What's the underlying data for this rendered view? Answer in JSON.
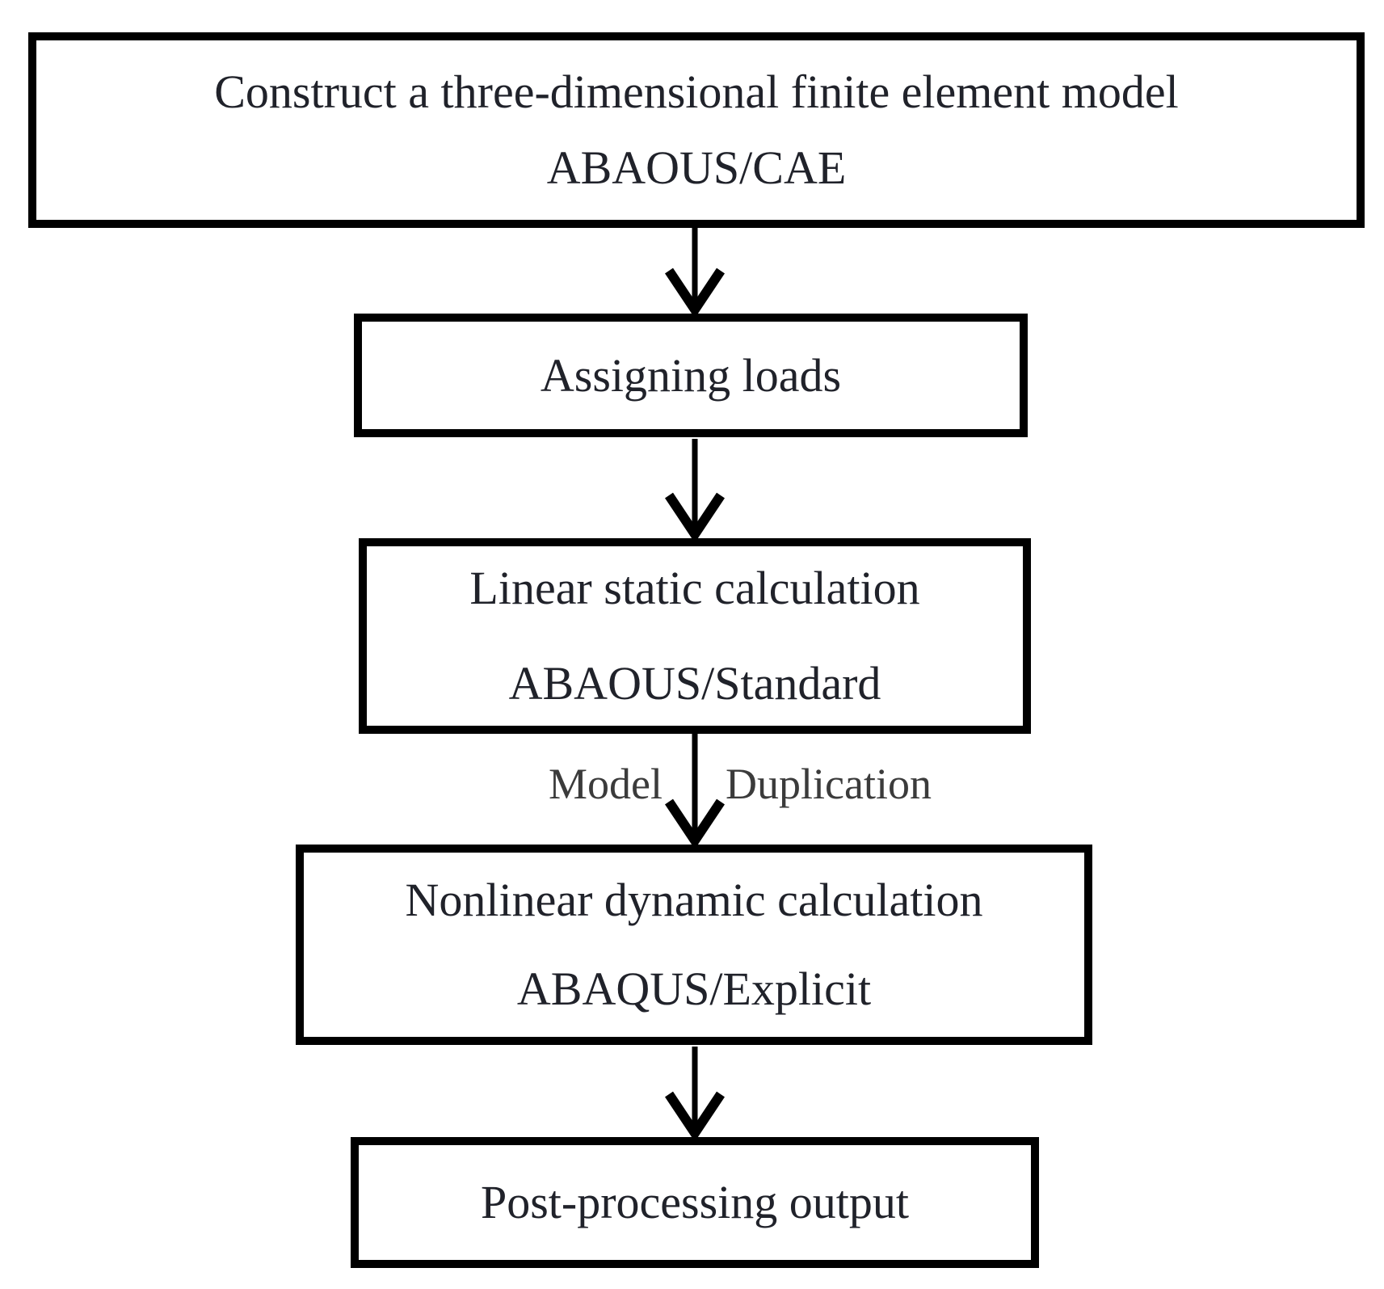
{
  "figure": {
    "type": "flowchart",
    "background_color": "#ffffff",
    "box_border_color": "#000000",
    "box_text_color": "#20222a",
    "edge_label_color": "#3b3b3b"
  },
  "nodes": [
    {
      "id": "construct-model",
      "lines": [
        "Construct a three-dimensional finite element model",
        "ABAOUS/CAE"
      ]
    },
    {
      "id": "assigning-loads",
      "lines": [
        "Assigning loads"
      ]
    },
    {
      "id": "linear-static",
      "lines": [
        "Linear static calculation",
        "ABAOUS/Standard"
      ]
    },
    {
      "id": "nonlinear-dynamic",
      "lines": [
        "Nonlinear dynamic calculation",
        "ABAQUS/Explicit"
      ]
    },
    {
      "id": "post-processing",
      "lines": [
        "Post-processing output"
      ]
    }
  ],
  "connectors": [
    {
      "from": "construct-model",
      "to": "assigning-loads",
      "icon": "arrow-down-icon"
    },
    {
      "from": "assigning-loads",
      "to": "linear-static",
      "icon": "arrow-down-icon"
    },
    {
      "from": "linear-static",
      "to": "nonlinear-dynamic",
      "icon": "arrow-down-icon",
      "label_left": "Model",
      "label_right": "Duplication"
    },
    {
      "from": "nonlinear-dynamic",
      "to": "post-processing",
      "icon": "arrow-down-icon"
    }
  ],
  "edge_labels": {
    "left": "Model",
    "right": "Duplication"
  }
}
